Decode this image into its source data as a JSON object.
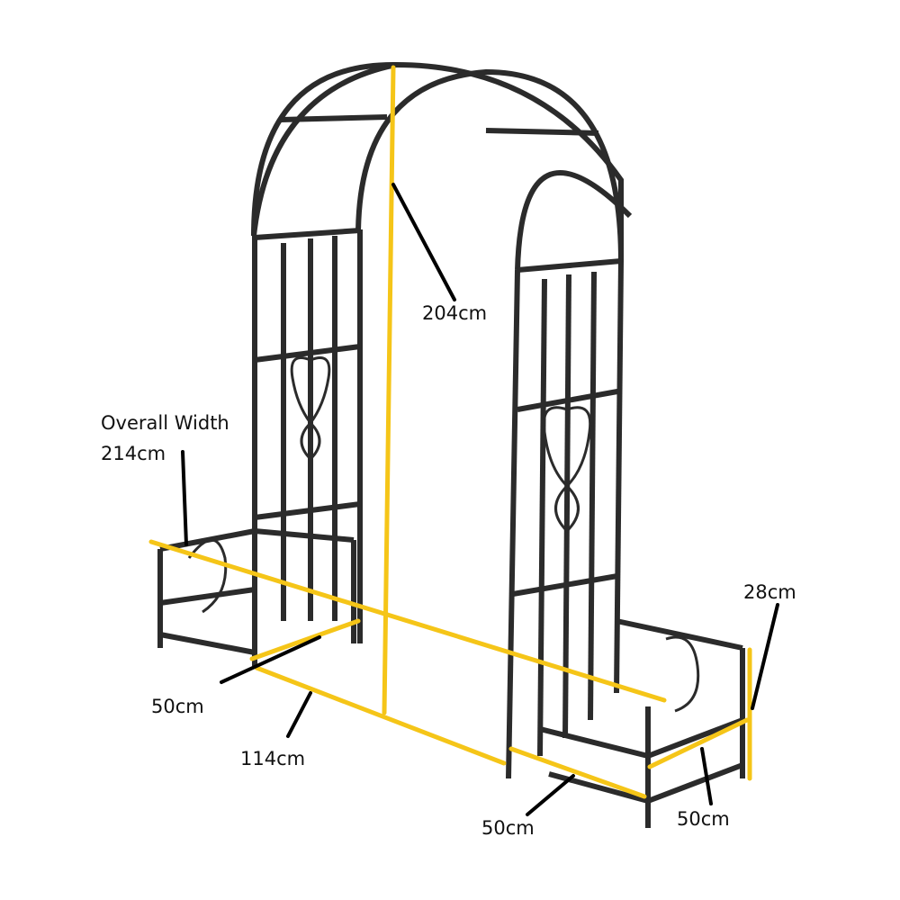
{
  "labels": {
    "height": "204cm",
    "overall_width_title": "Overall Width",
    "overall_width": "214cm",
    "planter_height": "28cm",
    "left_planter_depth": "50cm",
    "inner_width": "114cm",
    "right_planter_width": "50cm",
    "right_planter_depth": "50cm"
  },
  "colors": {
    "dimension_line": "#f5c518",
    "frame": "#2b2b2b",
    "leader": "#000000"
  }
}
